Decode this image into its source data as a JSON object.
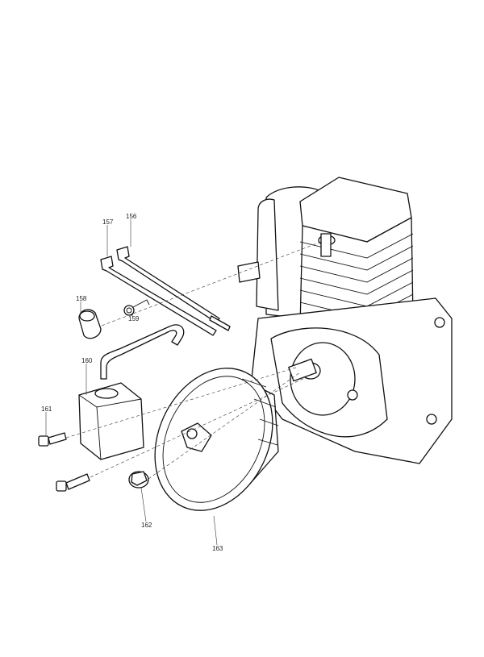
{
  "diagram": {
    "type": "exploded-parts-diagram",
    "callouts": [
      {
        "id": "156",
        "label": "156",
        "part": "rod"
      },
      {
        "id": "157",
        "label": "157",
        "part": "rod"
      },
      {
        "id": "158",
        "label": "158",
        "part": "spark-plug-cap"
      },
      {
        "id": "159",
        "label": "159",
        "part": "spring"
      },
      {
        "id": "160",
        "label": "160",
        "part": "ignition-coil"
      },
      {
        "id": "161",
        "label": "161",
        "part": "screw"
      },
      {
        "id": "162",
        "label": "162",
        "part": "nut"
      },
      {
        "id": "163",
        "label": "163",
        "part": "flywheel"
      }
    ]
  }
}
